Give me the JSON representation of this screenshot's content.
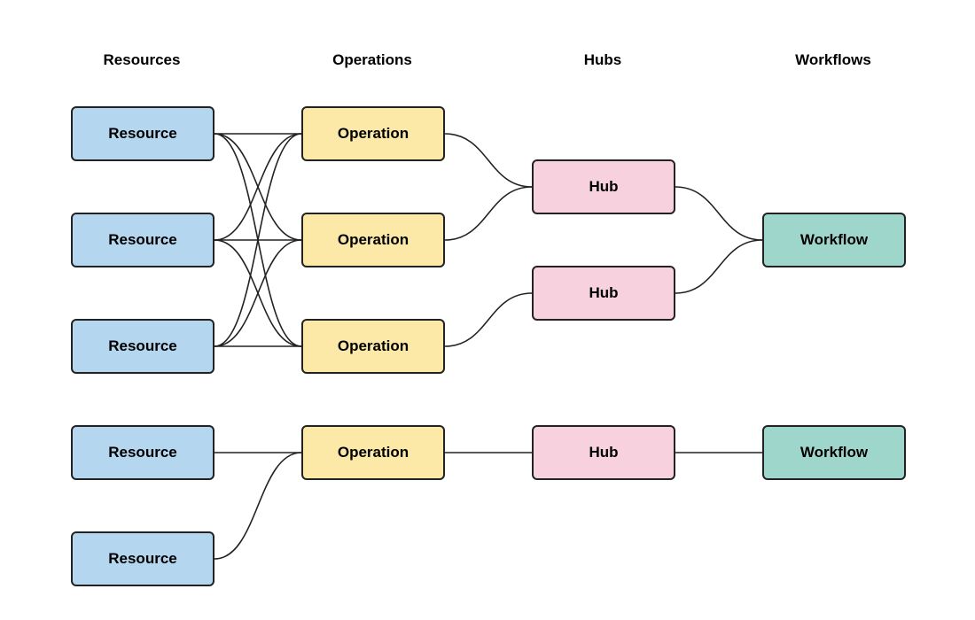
{
  "columns": {
    "resources": "Resources",
    "operations": "Operations",
    "hubs": "Hubs",
    "workflows": "Workflows"
  },
  "colors": {
    "resource": "#b5d6ef",
    "operation": "#fde9a7",
    "hub": "#f7d1dd",
    "workflow": "#9fd6cb",
    "stroke": "#222222"
  },
  "nodes": {
    "resources": [
      {
        "label": "Resource"
      },
      {
        "label": "Resource"
      },
      {
        "label": "Resource"
      },
      {
        "label": "Resource"
      },
      {
        "label": "Resource"
      }
    ],
    "operations": [
      {
        "label": "Operation"
      },
      {
        "label": "Operation"
      },
      {
        "label": "Operation"
      },
      {
        "label": "Operation"
      }
    ],
    "hubs": [
      {
        "label": "Hub"
      },
      {
        "label": "Hub"
      },
      {
        "label": "Hub"
      }
    ],
    "workflows": [
      {
        "label": "Workflow"
      },
      {
        "label": "Workflow"
      }
    ]
  },
  "edges": [
    {
      "from": "resource-1",
      "to": "operation-1"
    },
    {
      "from": "resource-1",
      "to": "operation-2"
    },
    {
      "from": "resource-1",
      "to": "operation-3"
    },
    {
      "from": "resource-2",
      "to": "operation-1"
    },
    {
      "from": "resource-2",
      "to": "operation-2"
    },
    {
      "from": "resource-2",
      "to": "operation-3"
    },
    {
      "from": "resource-3",
      "to": "operation-1"
    },
    {
      "from": "resource-3",
      "to": "operation-2"
    },
    {
      "from": "resource-3",
      "to": "operation-3"
    },
    {
      "from": "resource-4",
      "to": "operation-4"
    },
    {
      "from": "resource-5",
      "to": "operation-4"
    },
    {
      "from": "operation-1",
      "to": "hub-1"
    },
    {
      "from": "operation-2",
      "to": "hub-1"
    },
    {
      "from": "operation-3",
      "to": "hub-2"
    },
    {
      "from": "operation-4",
      "to": "hub-3"
    },
    {
      "from": "hub-1",
      "to": "workflow-1"
    },
    {
      "from": "hub-2",
      "to": "workflow-1"
    },
    {
      "from": "hub-3",
      "to": "workflow-2"
    }
  ]
}
